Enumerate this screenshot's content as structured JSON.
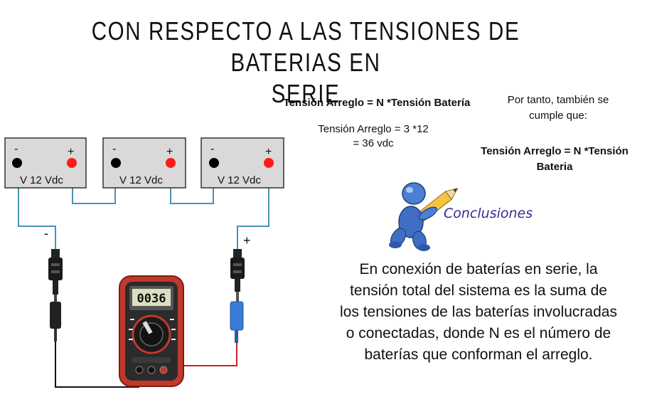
{
  "title_line1": "CON RESPECTO A LAS TENSIONES DE BATERIAS EN",
  "title_line2": "SERIE",
  "formula_bold": "Tensión Arreglo = N *Tensión Batería",
  "formula_calc_line1": "Tensión Arreglo = 3 *12",
  "formula_calc_line2": "= 36  vdc",
  "side_note_line1": "Por tanto, también se",
  "side_note_line2": "cumple que:",
  "side_formula_line1": "Tensión Arreglo = N *Tensión",
  "side_formula_line2": "Bateria",
  "conclusions_label": "Conclusiones",
  "conclusion_text": "En conexión de baterías en serie, la tensión total del sistema es la suma de los tensiones de las baterías involucradas o conectadas, donde N es el número de baterías que conforman el arreglo.",
  "batteries": [
    {
      "label": "V 12 Vdc",
      "neg": "-",
      "pos": "+"
    },
    {
      "label": "V 12 Vdc",
      "neg": "-",
      "pos": "+"
    },
    {
      "label": "V 12 Vdc",
      "neg": "-",
      "pos": "+"
    }
  ],
  "lead_neg_sign": "-",
  "lead_pos_sign": "+",
  "multimeter_display": "0036",
  "colors": {
    "battery_fill": "#d9d9d9",
    "negative_terminal": "#000000",
    "positive_terminal": "#ff1a1a",
    "wire": "#4a90b8",
    "meter_body": "#c0392b",
    "probe_red_wire": "#cc2222",
    "conclusions_text": "#3a2b8c"
  }
}
